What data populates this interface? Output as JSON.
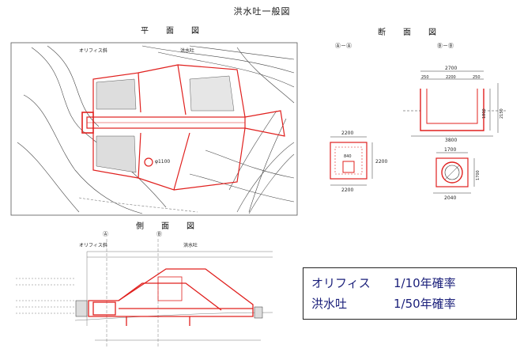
{
  "title": "洪水吐一般図",
  "views": {
    "plan": "平　面　図",
    "section": "断　面　図",
    "side": "側　面　図"
  },
  "section_labels": {
    "aa": "Ⓐ－Ⓐ",
    "bb": "Ⓑ－Ⓑ"
  },
  "plan_labels": {
    "orifice": "オリフィス斜",
    "spillway": "洪水吐",
    "pipe": "φ1100"
  },
  "side_labels": {
    "a_marker": "Ⓐ",
    "b_marker": "Ⓑ",
    "orifice": "オリフィス斜",
    "spillway": "洪水吐"
  },
  "section_dims": {
    "aa_top": "2200",
    "aa_inner": "840",
    "aa_bottom": "2200",
    "aa_side": "2200",
    "bb_top": "2700",
    "bb_left": "250",
    "bb_mid": "2200",
    "bb_right": "250",
    "bb_h1": "1800",
    "bb_h2": "2150",
    "bb_bottom": "3800",
    "circ_top": "1700",
    "circ_side": "1700",
    "circ_bottom": "2040"
  },
  "legend": {
    "rows": [
      {
        "name": "オリフィス",
        "value": "1/10年確率"
      },
      {
        "name": "洪水吐",
        "value": "1/50年確率"
      }
    ]
  },
  "colors": {
    "structure": "#e0201e",
    "line": "#333333",
    "legend_text": "#1a1f7a"
  }
}
